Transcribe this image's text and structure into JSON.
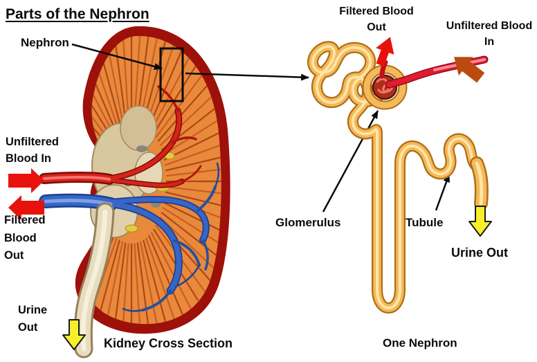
{
  "title": "Parts of the Nephron",
  "kidney": {
    "caption": "Kidney Cross Section",
    "labels": {
      "nephron": "Nephron",
      "unfiltered_blood_in": "Unfiltered Blood In",
      "filtered_blood_out": "Filtered Blood Out",
      "urine_out": "Urine Out"
    }
  },
  "nephron": {
    "caption": "One Nephron",
    "labels": {
      "filtered_blood_out": "Filtered Blood Out",
      "unfiltered_blood_in": "Unfiltered Blood In",
      "glomerulus": "Glomerulus",
      "tubule": "Tubule",
      "urine_out": "Urine Out"
    }
  },
  "colors": {
    "arrow_red": "#e8120c",
    "arrow_yellow": "#f8ef2c",
    "arrow_orange": "#bc4a10",
    "kidney_rim": "#9e100a",
    "kidney_cortex": "#e8893c",
    "tubule_gold": "#f3b95a",
    "tubule_edge": "#b06c14",
    "vein_blue": "#3766c8",
    "artery_red": "#d6231a",
    "pelvis_tan": "#d9c7a0"
  }
}
